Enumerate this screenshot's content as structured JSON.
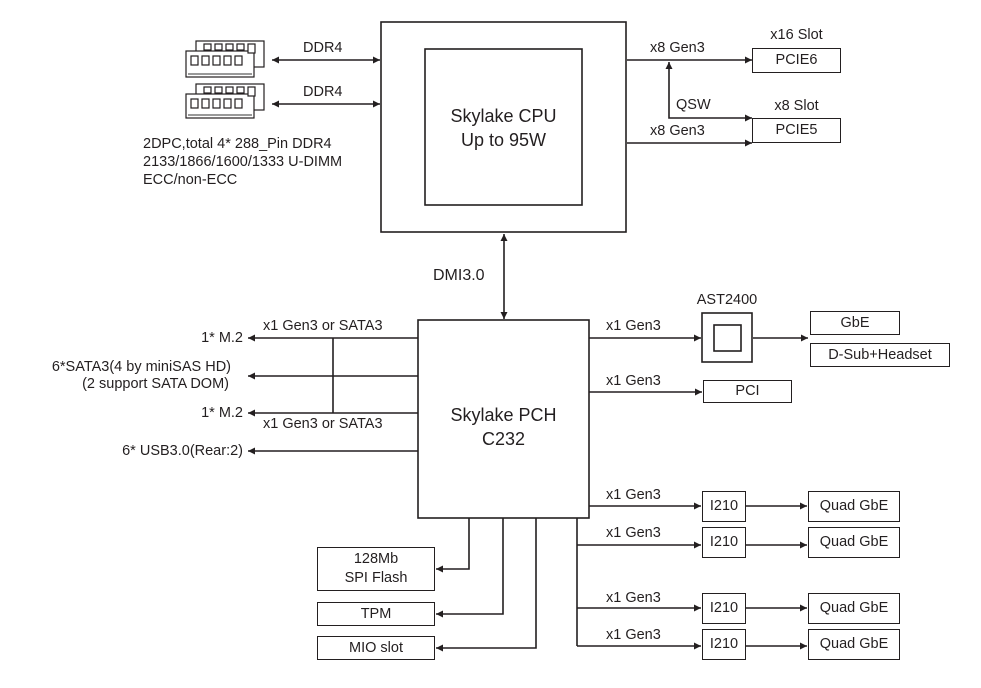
{
  "cpu": {
    "line1": "Skylake CPU",
    "line2": "Up to 95W"
  },
  "pch": {
    "line1": "Skylake PCH",
    "line2": "C232"
  },
  "memory": {
    "channels": [
      {
        "label": "DDR4"
      },
      {
        "label": "DDR4"
      }
    ],
    "desc": [
      "2DPC,total 4* 288_Pin DDR4",
      "2133/1866/1600/1333 U-DIMM",
      "ECC/non-ECC"
    ]
  },
  "pcie": {
    "link1": "x8 Gen3",
    "link2": "x8 Gen3",
    "qsw": "QSW",
    "slot6": {
      "caption": "x16 Slot",
      "name": "PCIE6"
    },
    "slot5": {
      "caption": "x8 Slot",
      "name": "PCIE5"
    }
  },
  "dmi": "DMI3.0",
  "storage": {
    "m2_top": "1* M.2",
    "link_top": "x1 Gen3 or SATA3",
    "sata_line1": "6*SATA3(4 by miniSAS HD)",
    "sata_line2": "(2 support SATA DOM)",
    "m2_bottom": "1* M.2",
    "link_bottom": "x1 Gen3 or SATA3",
    "usb": "6* USB3.0(Rear:2)"
  },
  "bmc": {
    "link": "x1 Gen3",
    "name": "AST2400",
    "gbe": "GbE",
    "dsub": "D-Sub+Headset"
  },
  "pci": {
    "link": "x1 Gen3",
    "name": "PCI"
  },
  "nics": [
    {
      "link": "x1 Gen3",
      "controller": "I210",
      "port": "Quad GbE"
    },
    {
      "link": "x1 Gen3",
      "controller": "I210",
      "port": "Quad GbE"
    },
    {
      "link": "x1 Gen3",
      "controller": "I210",
      "port": "Quad GbE"
    },
    {
      "link": "x1 Gen3",
      "controller": "I210",
      "port": "Quad GbE"
    }
  ],
  "bottom": {
    "spi_line1": "128Mb",
    "spi_line2": "SPI Flash",
    "tpm": "TPM",
    "mio": "MIO slot"
  }
}
